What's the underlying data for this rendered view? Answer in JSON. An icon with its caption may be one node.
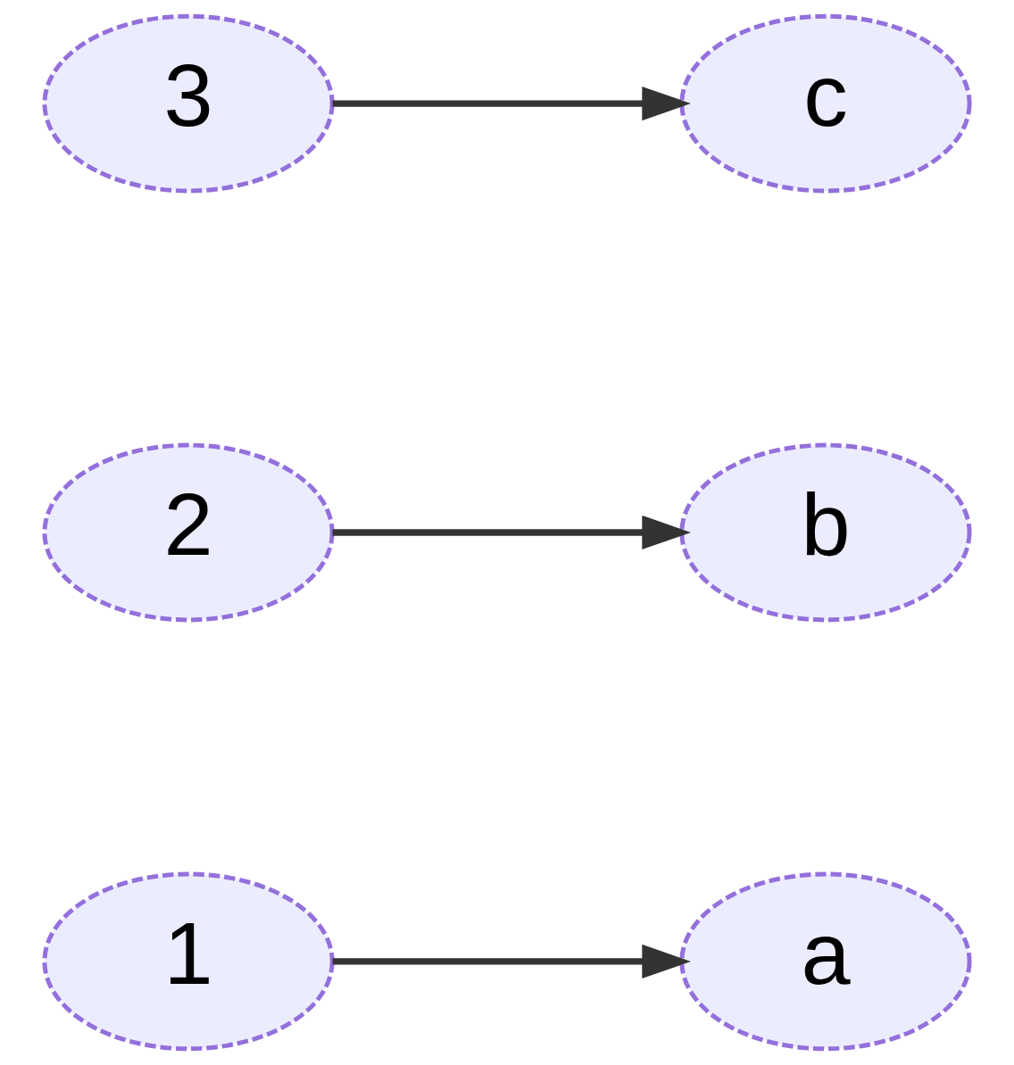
{
  "diagram": {
    "nodes": [
      {
        "text": [
          "1"
        ]
      },
      {
        "text": [
          "a"
        ]
      },
      {
        "text": [
          "2"
        ]
      },
      {
        "text": [
          "b"
        ]
      },
      {
        "text": [
          "3"
        ]
      },
      {
        "text": [
          "c"
        ]
      }
    ],
    "edges": [
      {
        "from": 0,
        "to": 1,
        "arrow": "to"
      },
      {
        "from": 2,
        "to": 3,
        "arrow": "to"
      },
      {
        "from": 4,
        "to": 5,
        "arrow": "to"
      }
    ]
  }
}
